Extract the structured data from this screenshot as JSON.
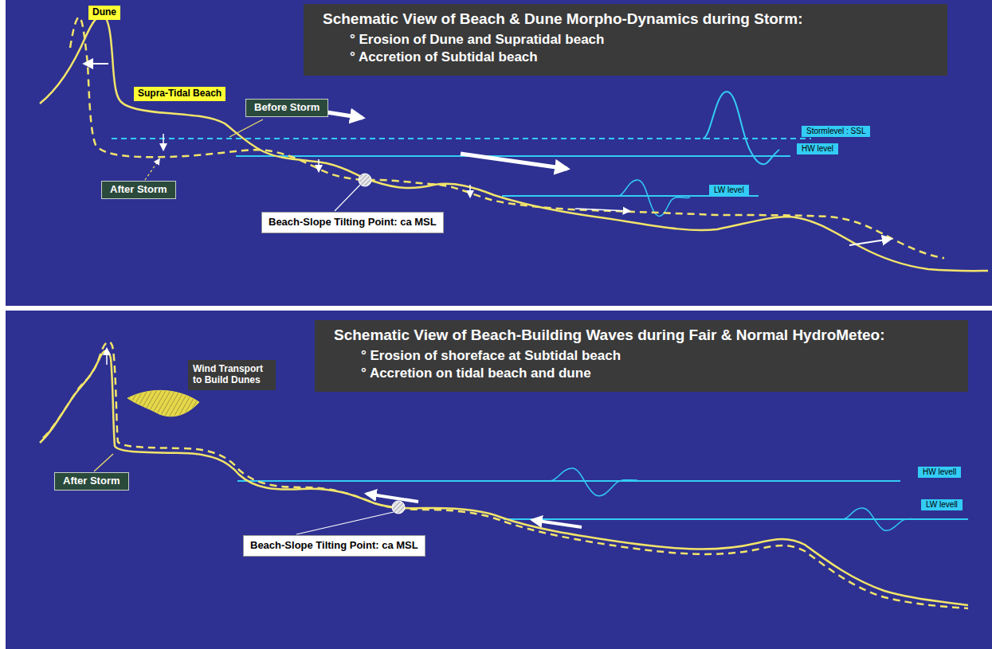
{
  "diagram": {
    "nodes": [
      {
        "text": [
          "Schematic View of Beach & Dune Morpho-Dynamics during Storm:",
          "° Erosion of Dune and Supratidal beach",
          "° Accretion of Subtidal beach"
        ]
      },
      {
        "text": [
          "Dune"
        ]
      },
      {
        "text": [
          "Supra-Tidal Beach"
        ]
      },
      {
        "text": [
          "Before Storm"
        ]
      },
      {
        "text": [
          "Stormlevel : SSL"
        ]
      },
      {
        "text": [
          "HW level"
        ]
      },
      {
        "text": [
          "After Storm"
        ]
      },
      {
        "text": [
          "LW level"
        ]
      },
      {
        "text": [
          "Beach-Slope Tilting Point: ca MSL"
        ]
      },
      {
        "text": [
          "Schematic View of Beach-Building Waves during Fair & Normal HydroMeteo:",
          "° Erosion of shoreface at Subtidal beach",
          "° Accretion on tidal beach and dune"
        ]
      },
      {
        "text": [
          "Wind Transport to Build Dunes"
        ]
      },
      {
        "text": [
          "After Storm"
        ]
      },
      {
        "text": [
          "HW levell"
        ]
      },
      {
        "text": [
          "LW levell"
        ]
      },
      {
        "text": [
          "Beach-Slope Tilting Point: ca MSL"
        ]
      }
    ]
  }
}
